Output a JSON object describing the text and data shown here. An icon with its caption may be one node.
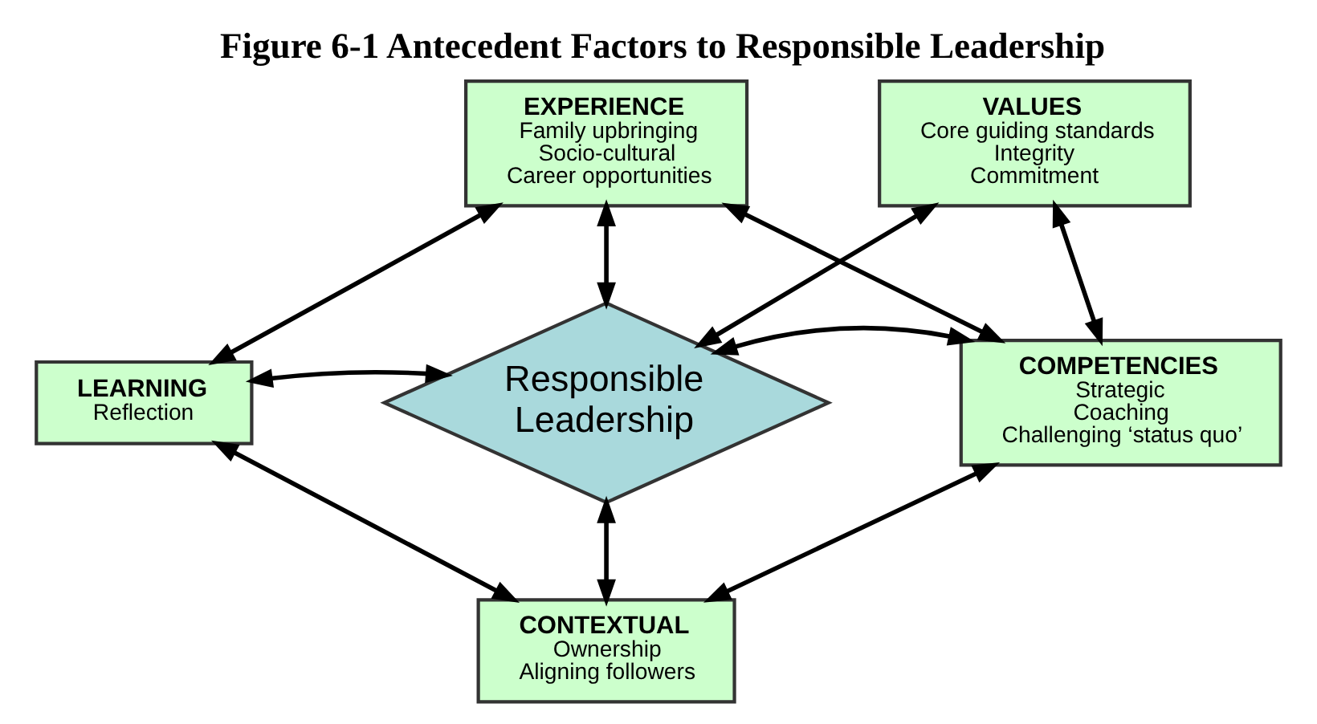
{
  "diagram": {
    "title": "Figure 6-1 Antecedent Factors to Responsible Leadership",
    "nodes": [
      {
        "text": [
          "EXPERIENCE",
          "Family upbringing Socio-cultural Career opportunities"
        ]
      },
      {
        "text": [
          "VALUES",
          "Core guiding standards Integrity Commitment"
        ]
      },
      {
        "text": [
          "LEARNING",
          "Reflection"
        ]
      },
      {
        "text": [
          "Responsible Leadership"
        ]
      },
      {
        "text": [
          "COMPETENCIES",
          "Strategic Coaching Challenging ‘status quo’"
        ]
      },
      {
        "text": [
          "CONTEXTUAL",
          "Ownership Aligning followers"
        ]
      }
    ],
    "edges": [
      {
        "from": 2,
        "to": 0,
        "arrow": "both"
      },
      {
        "from": 0,
        "to": 3,
        "arrow": "both"
      },
      {
        "from": 0,
        "to": 4,
        "arrow": "both"
      },
      {
        "from": 1,
        "to": 3,
        "arrow": "both"
      },
      {
        "from": 1,
        "to": 4,
        "arrow": "both"
      },
      {
        "from": 2,
        "to": 3,
        "arrow": "both"
      },
      {
        "from": 3,
        "to": 4,
        "arrow": "both"
      },
      {
        "from": 3,
        "to": 5,
        "arrow": "both"
      },
      {
        "from": 2,
        "to": 5,
        "arrow": "both"
      },
      {
        "from": 5,
        "to": 4,
        "arrow": "both"
      }
    ]
  }
}
